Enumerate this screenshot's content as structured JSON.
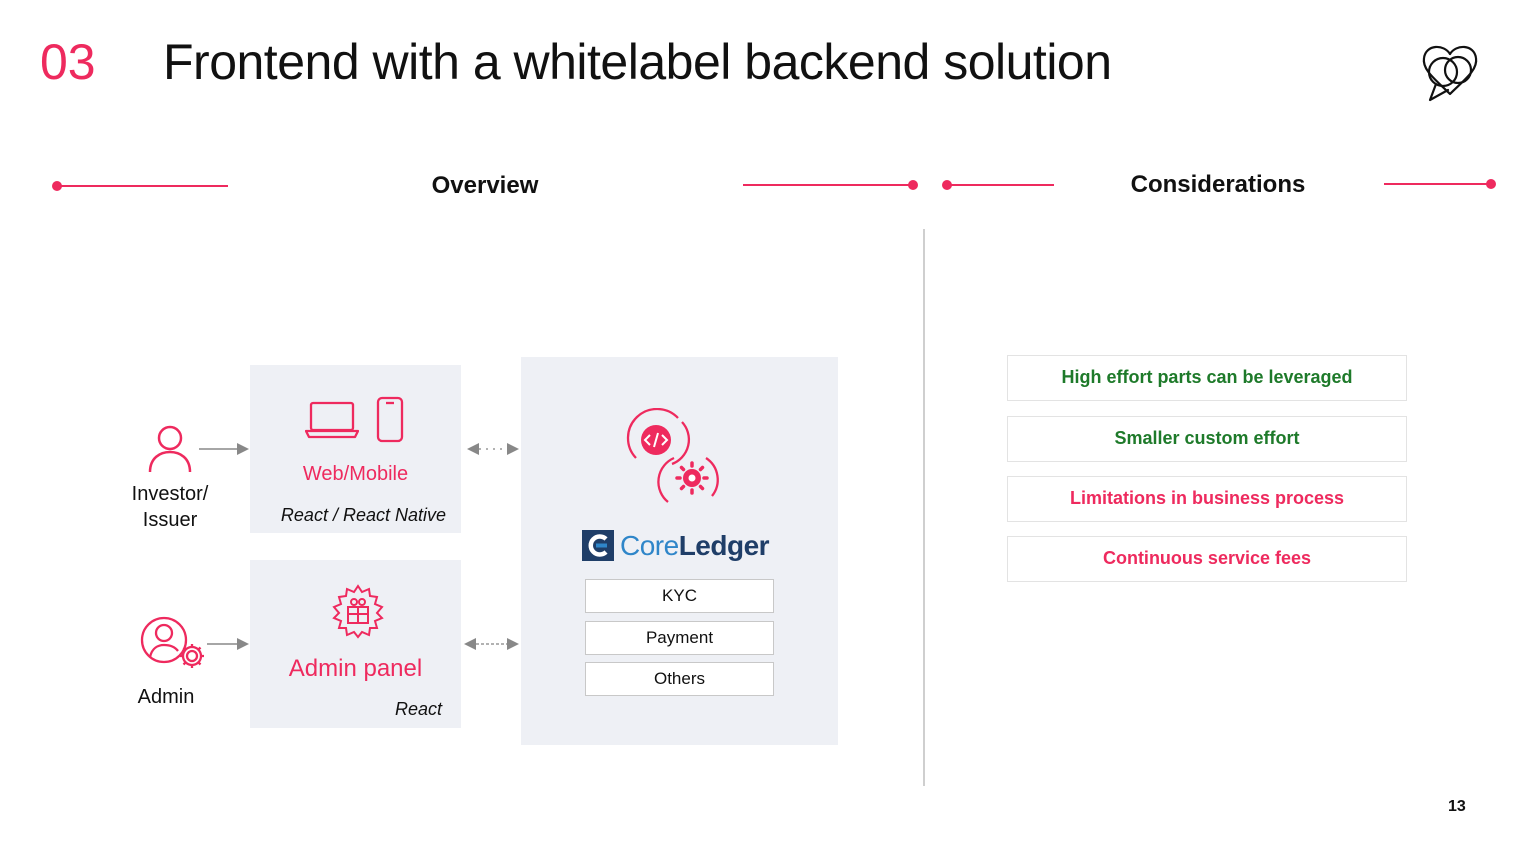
{
  "header": {
    "section_number": "03",
    "title": "Frontend with a whitelabel backend solution"
  },
  "overview": {
    "heading": "Overview",
    "actors": {
      "investor_label_line1": "Investor/",
      "investor_label_line2": "Issuer",
      "admin_label": "Admin"
    },
    "web_mobile": {
      "title": "Web/Mobile",
      "tech": "React / React Native"
    },
    "admin_panel": {
      "title": "Admin panel",
      "tech": "React"
    },
    "backend": {
      "brand_core": "Core",
      "brand_ledger": "Ledger",
      "modules": [
        "KYC",
        "Payment",
        "Others"
      ]
    }
  },
  "considerations": {
    "heading": "Considerations",
    "items": [
      {
        "text": "High effort parts can be leveraged",
        "sentiment": "positive"
      },
      {
        "text": "Smaller custom effort",
        "sentiment": "positive"
      },
      {
        "text": "Limitations in business process",
        "sentiment": "negative"
      },
      {
        "text": "Continuous service fees",
        "sentiment": "negative"
      }
    ]
  },
  "colors": {
    "accent": "#ee2a5e",
    "positive": "#1e7a2a",
    "panel": "#eef0f5",
    "brand_dark": "#1f3e68",
    "brand_light": "#2f86c9"
  },
  "page_number": "13"
}
